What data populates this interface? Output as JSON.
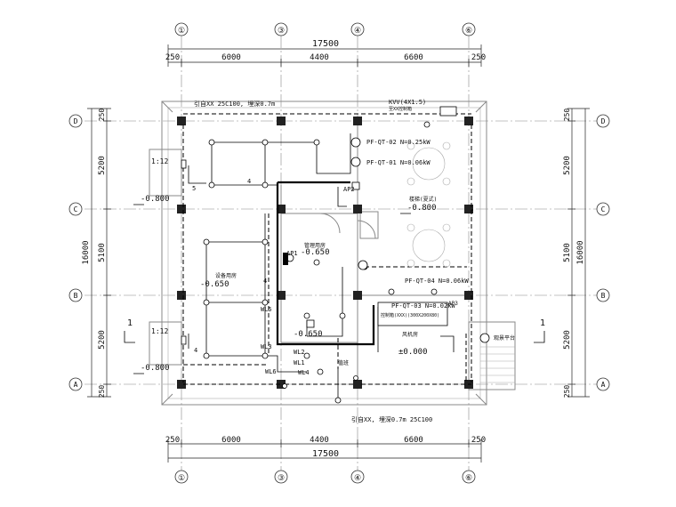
{
  "axes": {
    "vertical": [
      "①",
      "③",
      "④",
      "⑥"
    ],
    "horizontal": [
      "D",
      "C",
      "B",
      "A"
    ]
  },
  "dimensions": {
    "overall_width": "17500",
    "top_segments": [
      "250",
      "6000",
      "4400",
      "6600",
      "250"
    ],
    "bottom_segments": [
      "250",
      "6000",
      "4400",
      "6600",
      "250"
    ],
    "overall_height": "16000",
    "left_segments": [
      "250",
      "5200",
      "5100",
      "5200",
      "250"
    ],
    "right_segments": [
      "250",
      "5200",
      "5100",
      "5200",
      "250"
    ]
  },
  "labels": {
    "incoming_top": "引自XX 25C100, 埋深0.7m",
    "kvv": "KVV(4X1.5)",
    "kvv_sub": "至XX控制箱",
    "pf_qt_02": "PF-QT-02 N=0.25kW",
    "pf_qt_01": "PF-QT-01  N=0.06kW",
    "pf_qt_04": "PF-QT-04 N=0.06kW",
    "pf_qt_03": "PF-QT-03 N=0.02kW",
    "ap1": "AP1",
    "ap2": "AP2",
    "ap3": "AP3",
    "ratio_upper": "1:12",
    "ratio_lower": "1:12",
    "elev_left_upper": "-0.800",
    "elev_left_lower": "-0.800",
    "elev_mid_right": "-0.800",
    "elev_center": "-0.650",
    "elev_left_room": "-0.650",
    "elev_stair": "-0.650",
    "elev_zero": "±0.000",
    "room_center": "管理用房",
    "room_left": "设备用房",
    "room_right": "楼梯(夏式)",
    "room_right_lower": "风机房",
    "room_platform": "观景平台",
    "room_small": "值班",
    "equipment_box": "控制箱(XXX)(300X200X80)",
    "wl1": "WL1",
    "wl2": "WL2",
    "wl3": "WL3",
    "wl4": "WL4",
    "wl5": "WL5",
    "wl6": "WL6",
    "incoming_bottom": "引自XX, 埋深0.7m  25C100",
    "count_4a": "4",
    "count_4b": "4",
    "count_4c": "4",
    "count_5": "5",
    "section_left": "1",
    "section_right": "1"
  }
}
